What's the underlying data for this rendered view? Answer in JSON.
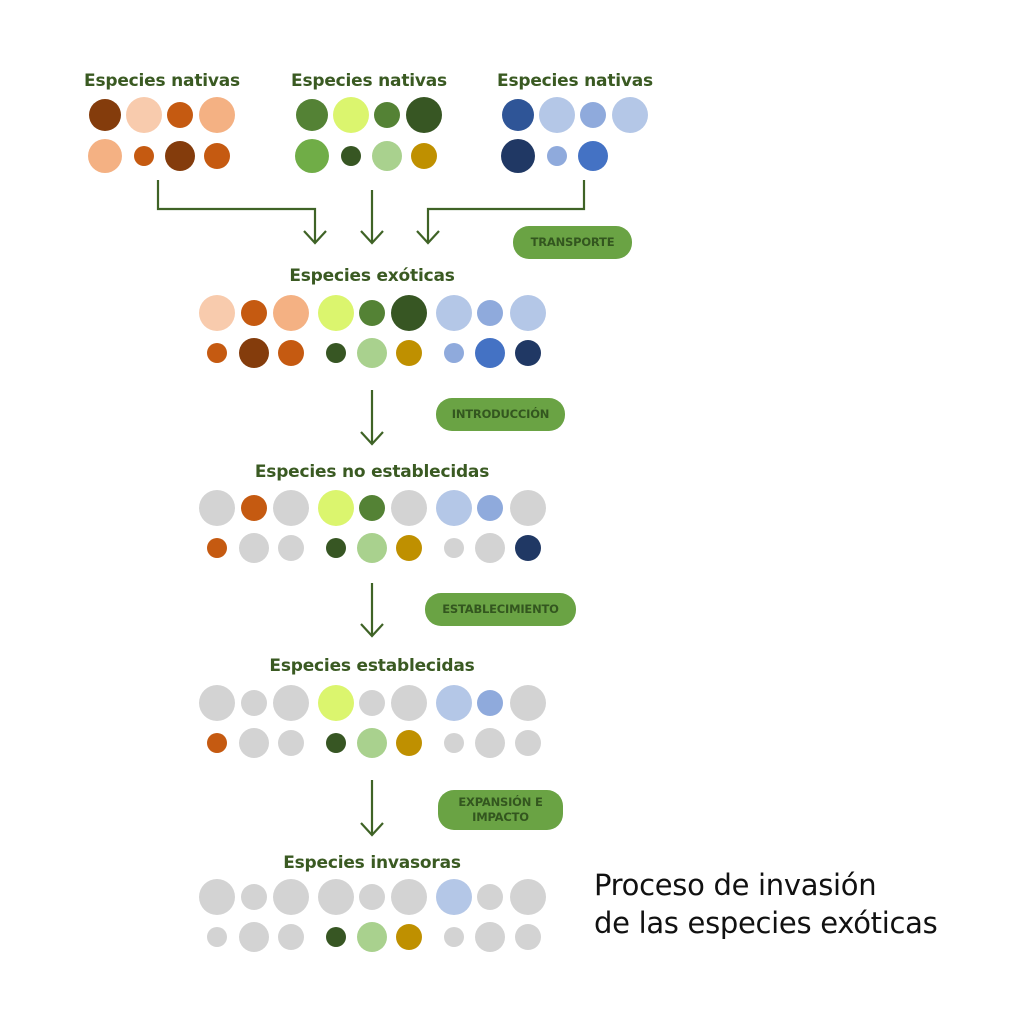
{
  "palette": {
    "heading": "#3a5a22",
    "arrow": "#3f6326",
    "pill_bg": "#6aa344",
    "pill_text": "#33561f",
    "grey": "#d3d3d3"
  },
  "native_groups": [
    {
      "heading": "Especies nativas",
      "row1": [
        "#843c0c",
        "#f8cbad",
        "#c55a11",
        "#f4b183"
      ],
      "row2": [
        "#f4b183",
        "#c55a11",
        "#843c0c",
        "#c55a11"
      ]
    },
    {
      "heading": "Especies nativas",
      "row1": [
        "#548235",
        "#dbf56e",
        "#548235",
        "#375623"
      ],
      "row2": [
        "#70ad47",
        "#375623",
        "#a9d18e",
        "#bf9000"
      ]
    },
    {
      "heading": "Especies nativas",
      "row1": [
        "#2f5597",
        "#b4c7e7",
        "#8faadc",
        "#b4c7e7"
      ],
      "row2": [
        "#203864",
        "#8faadc",
        "#4472c4"
      ]
    }
  ],
  "stages": [
    {
      "heading": "Especies exóticas",
      "row1": [
        "#f8cbad",
        "#c55a11",
        "#f4b183",
        "#dbf56e",
        "#548235",
        "#375623",
        "#b4c7e7",
        "#8faadc",
        "#b4c7e7"
      ],
      "row2": [
        "#c55a11",
        "#843c0c",
        "#c55a11",
        "#375623",
        "#a9d18e",
        "#bf9000",
        "#8faadc",
        "#4472c4",
        "#203864"
      ]
    },
    {
      "heading": "Especies no establecidas",
      "row1": [
        "#d3d3d3",
        "#c55a11",
        "#d3d3d3",
        "#dbf56e",
        "#548235",
        "#d3d3d3",
        "#b4c7e7",
        "#8faadc",
        "#d3d3d3"
      ],
      "row2": [
        "#c55a11",
        "#d3d3d3",
        "#d3d3d3",
        "#375623",
        "#a9d18e",
        "#bf9000",
        "#d3d3d3",
        "#d3d3d3",
        "#203864"
      ]
    },
    {
      "heading": "Especies establecidas",
      "row1": [
        "#d3d3d3",
        "#d3d3d3",
        "#d3d3d3",
        "#dbf56e",
        "#d3d3d3",
        "#d3d3d3",
        "#b4c7e7",
        "#8faadc",
        "#d3d3d3"
      ],
      "row2": [
        "#c55a11",
        "#d3d3d3",
        "#d3d3d3",
        "#375623",
        "#a9d18e",
        "#bf9000",
        "#d3d3d3",
        "#d3d3d3",
        "#d3d3d3"
      ]
    },
    {
      "heading": "Especies invasoras",
      "row1": [
        "#d3d3d3",
        "#d3d3d3",
        "#d3d3d3",
        "#d3d3d3",
        "#d3d3d3",
        "#d3d3d3",
        "#b4c7e7",
        "#d3d3d3",
        "#d3d3d3"
      ],
      "row2": [
        "#d3d3d3",
        "#d3d3d3",
        "#d3d3d3",
        "#375623",
        "#a9d18e",
        "#bf9000",
        "#d3d3d3",
        "#d3d3d3",
        "#d3d3d3"
      ]
    }
  ],
  "steps": [
    {
      "label": "TRANSPORTE"
    },
    {
      "label": "INTRODUCCIÓN"
    },
    {
      "label": "ESTABLECIMIENTO"
    },
    {
      "label": "EXPANSIÓN E IMPACTO",
      "line1": "EXPANSIÓN E",
      "line2": "IMPACTO"
    }
  ],
  "title": {
    "line1": "Proceso de invasión",
    "line2": "de las especies exóticas"
  }
}
